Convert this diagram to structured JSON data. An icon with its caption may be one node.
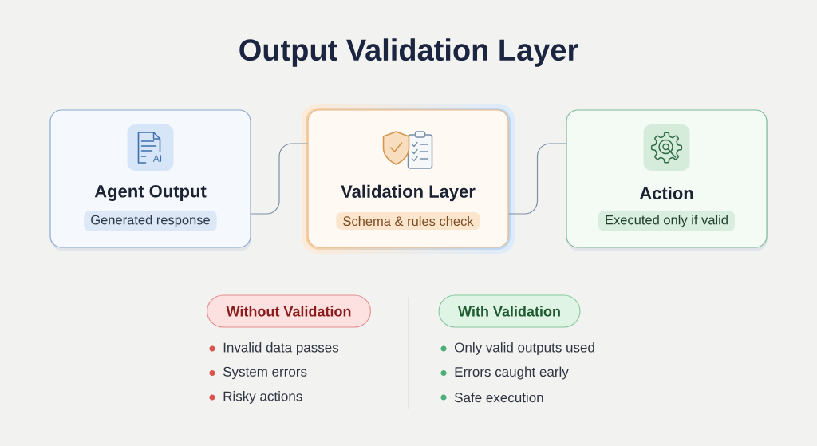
{
  "diagram": {
    "title": "Output Validation Layer",
    "nodes": [
      {
        "text": [
          "Agent Output",
          "Generated response"
        ]
      },
      {
        "text": [
          "Validation Layer",
          "Schema & rules check"
        ]
      },
      {
        "text": [
          "Action",
          "Executed only if valid"
        ]
      },
      {
        "text": [
          "Without Validation"
        ],
        "beside": [
          "Invalid data passes",
          "System errors",
          "Risky actions"
        ]
      },
      {
        "text": [
          "With Validation"
        ],
        "beside": [
          "Only valid outputs used",
          "Errors caught early",
          "Safe execution"
        ]
      }
    ],
    "edges": [
      {
        "from": 0,
        "to": 1,
        "arrow": "none"
      },
      {
        "from": 1,
        "to": 2,
        "arrow": "none"
      }
    ],
    "labels": [
      "AI"
    ]
  }
}
